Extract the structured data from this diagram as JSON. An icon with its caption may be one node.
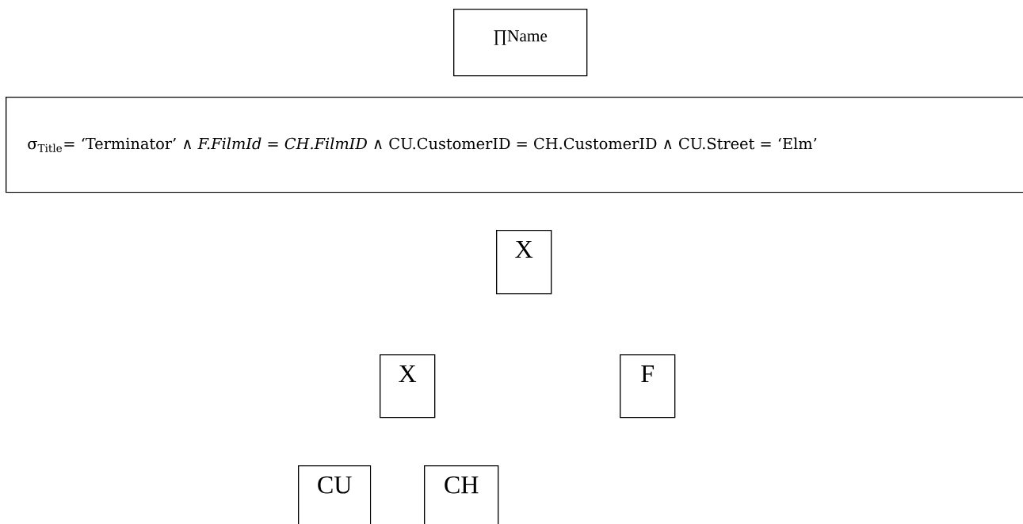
{
  "diagram": {
    "nodes": [
      {
        "text": [
          "∏Name"
        ]
      },
      {
        "text": [
          "σ$_{Title}$= ‘Terminator’ ∧ *F.FilmId = CH.FilmID* ∧ CU.CustomerID = CH.CustomerID ∧ CU.Street = ‘Elm’"
        ]
      },
      {
        "text": [
          "X"
        ]
      },
      {
        "text": [
          "X"
        ]
      },
      {
        "text": [
          "F"
        ]
      },
      {
        "text": [
          "CU"
        ]
      },
      {
        "text": [
          "CH"
        ]
      }
    ]
  }
}
